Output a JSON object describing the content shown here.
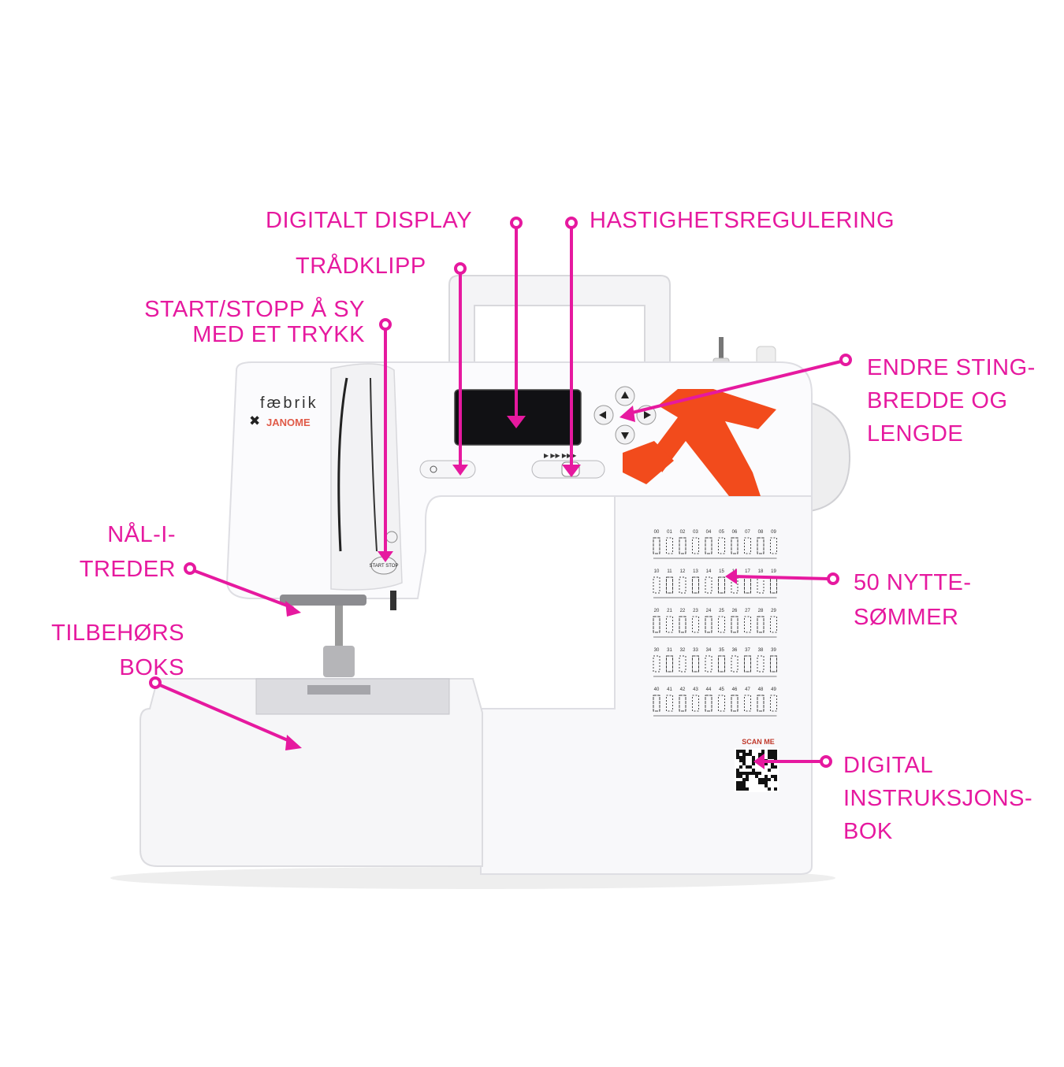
{
  "accent_color": "#e6199f",
  "machine": {
    "brand_line1": "fæbrik",
    "brand_line2": "JANOME",
    "start_button": "START STOP",
    "scan_label": "SCAN ME",
    "stitch_rows": [
      [
        "00",
        "01",
        "02",
        "03",
        "04",
        "05",
        "06",
        "07",
        "08",
        "09"
      ],
      [
        "10",
        "11",
        "12",
        "13",
        "14",
        "15",
        "16",
        "17",
        "18",
        "19"
      ],
      [
        "20",
        "21",
        "22",
        "23",
        "24",
        "25",
        "26",
        "27",
        "28",
        "29"
      ],
      [
        "30",
        "31",
        "32",
        "33",
        "34",
        "35",
        "36",
        "37",
        "38",
        "39"
      ],
      [
        "40",
        "41",
        "42",
        "43",
        "44",
        "45",
        "46",
        "47",
        "48",
        "49"
      ]
    ]
  },
  "labels": {
    "digital_display": "DIGITALT DISPLAY",
    "speed_control": "HASTIGHETSREGULERING",
    "thread_cutter": "TRÅDKLIPP",
    "start_stop": [
      "START/STOPP Å SY",
      "MED ET TRYKK"
    ],
    "stitch_width_length": [
      "ENDRE STING-",
      "BREDDE OG",
      "LENGDE"
    ],
    "needle_threader": [
      "NÅL-I-",
      "TREDER"
    ],
    "accessory_box": [
      "TILBEHØRS",
      "BOKS"
    ],
    "utility_stitches": [
      "50 NYTTE-",
      "SØMMER"
    ],
    "digital_manual": [
      "DIGITAL",
      "INSTRUKSJONS-",
      "BOK"
    ]
  }
}
